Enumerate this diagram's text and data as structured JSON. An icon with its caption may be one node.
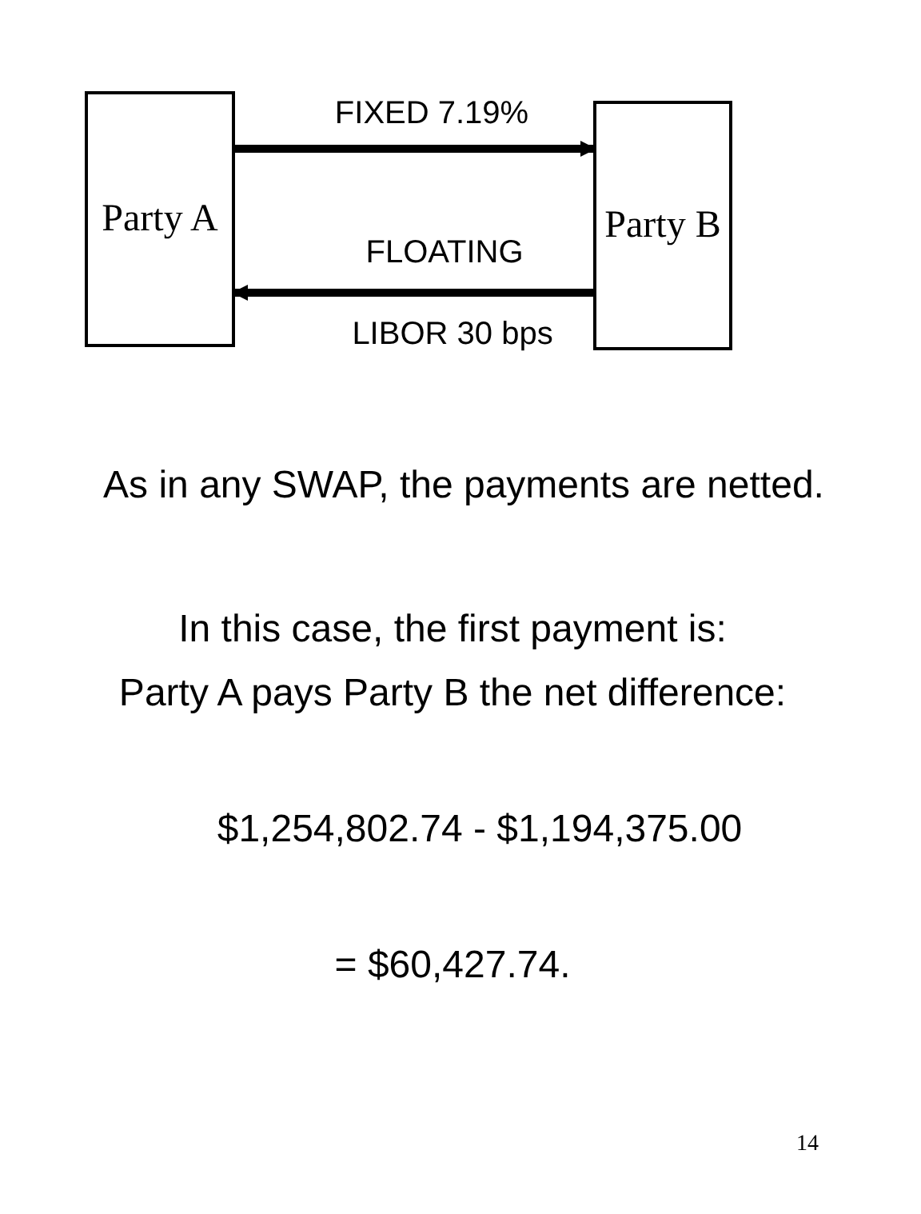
{
  "diagram": {
    "nodes": [
      {
        "text": [
          "Party A"
        ]
      },
      {
        "text": [
          "Party B"
        ]
      }
    ],
    "edges": [
      {
        "from": 0,
        "to": 1,
        "arrow": "to",
        "label": "FIXED 7.19%"
      },
      {
        "from": 1,
        "to": 0,
        "arrow": "to",
        "label": "FLOATING"
      }
    ],
    "labels": [
      "LIBOR 30 bps",
      "As in any SWAP, the payments are netted.",
      "In this case, the first payment is:",
      "Party A pays Party B the net difference:",
      "$1,254,802.74 - $1,194,375.00",
      "= $60,427.74.",
      "14"
    ]
  }
}
